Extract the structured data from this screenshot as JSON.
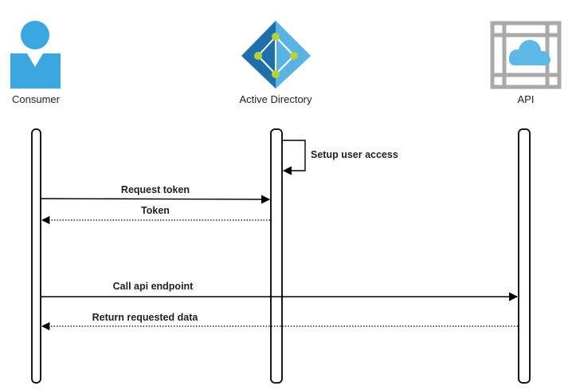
{
  "actors": [
    {
      "id": "consumer",
      "label": "Consumer",
      "icon": "user-icon"
    },
    {
      "id": "ad",
      "label": "Active Directory",
      "icon": "azure-active-directory-icon"
    },
    {
      "id": "api",
      "label": "API",
      "icon": "cloud-api-icon"
    }
  ],
  "messages": [
    {
      "label": "Setup user access",
      "from": "ad",
      "to": "ad",
      "style": "solid",
      "self": true
    },
    {
      "label": "Request token",
      "from": "consumer",
      "to": "ad",
      "style": "solid"
    },
    {
      "label": "Token",
      "from": "ad",
      "to": "consumer",
      "style": "dotted"
    },
    {
      "label": "Call api endpoint",
      "from": "consumer",
      "to": "api",
      "style": "solid"
    },
    {
      "label": "Return requested data",
      "from": "api",
      "to": "consumer",
      "style": "dotted"
    }
  ],
  "colors": {
    "user_blue": "#3aa7de",
    "ad_dark": "#1f6fa8",
    "ad_light": "#59b4e4",
    "ad_node": "#b5d334",
    "api_frame": "#a9a9a9",
    "api_cloud": "#5eb8e5",
    "line": "#000000"
  }
}
